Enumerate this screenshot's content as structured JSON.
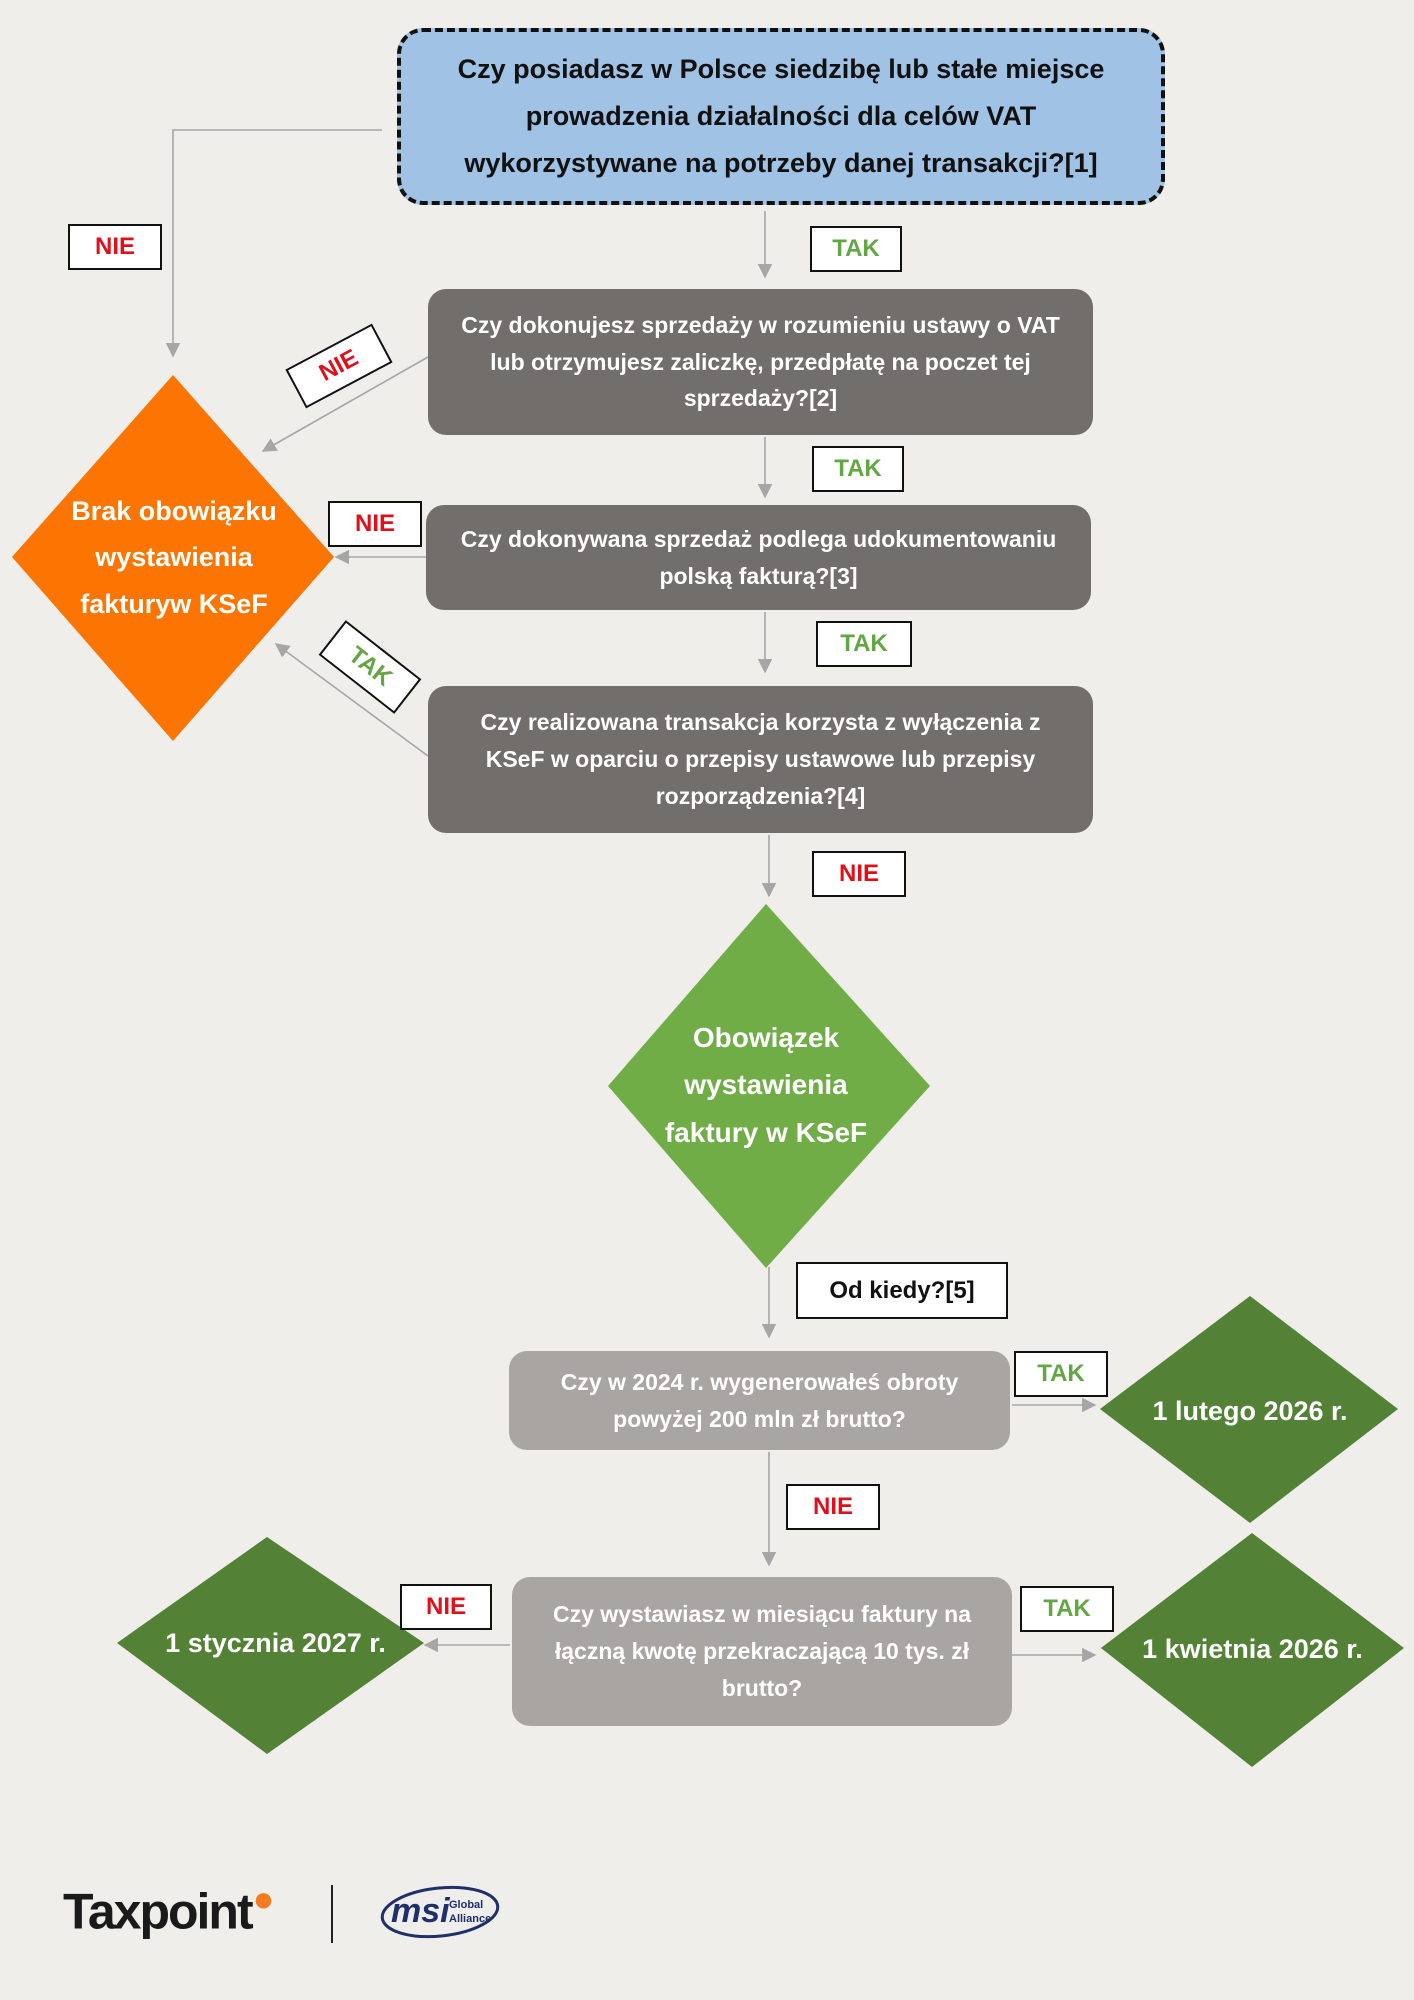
{
  "colors": {
    "background": "#efeeea",
    "start_question": "#a0c2e5",
    "dark_question": "#716e6b",
    "light_question": "#a9a5a3",
    "no_obligation": "#fc7401",
    "obligation": "#70ad47",
    "date_outcome": "#538135",
    "nie_text": "#e0101a",
    "tak_text": "#62a744",
    "arrow": "#a6a6a6"
  },
  "questions": {
    "q1": "Czy posiadasz w Polsce siedzibę lub stałe miejsce prowadzenia działalności dla celów VAT wykorzystywane na potrzeby danej transakcji?[1]",
    "q2": "Czy dokonujesz sprzedaży w rozumieniu ustawy o VAT lub otrzymujesz zaliczkę, przedpłatę na poczet tej sprzedaży?[2]",
    "q3": "Czy dokonywana sprzedaż podlega udokumentowaniu polską fakturą?[3]",
    "q4": "Czy realizowana transakcja korzysta z wyłączenia z KSeF w oparciu o przepisy ustawowe lub przepisy rozporządzenia?[4]",
    "q5": "Czy w 2024 r. wygenerowałeś obroty powyżej 200 mln zł brutto?",
    "q6": "Czy wystawiasz w miesiącu faktury na łączną kwotę przekraczającą 10 tys. zł brutto?"
  },
  "outcomes": {
    "no_obligation": "Brak obowiązku wystawienia fakturyw KSeF",
    "obligation": "Obowiązek wystawienia faktury w KSeF",
    "feb_2026": "1 lutego 2026 r.",
    "apr_2026": "1 kwietnia 2026 r.",
    "jan_2027": "1 stycznia 2027 r."
  },
  "labels": {
    "nie": "NIE",
    "tak": "TAK",
    "from_when": "Od kiedy?[5]"
  },
  "footer": {
    "taxpoint": "Taxpoint",
    "msi": "msi",
    "msi_sub1": "Global",
    "msi_sub2": "Alliance"
  }
}
